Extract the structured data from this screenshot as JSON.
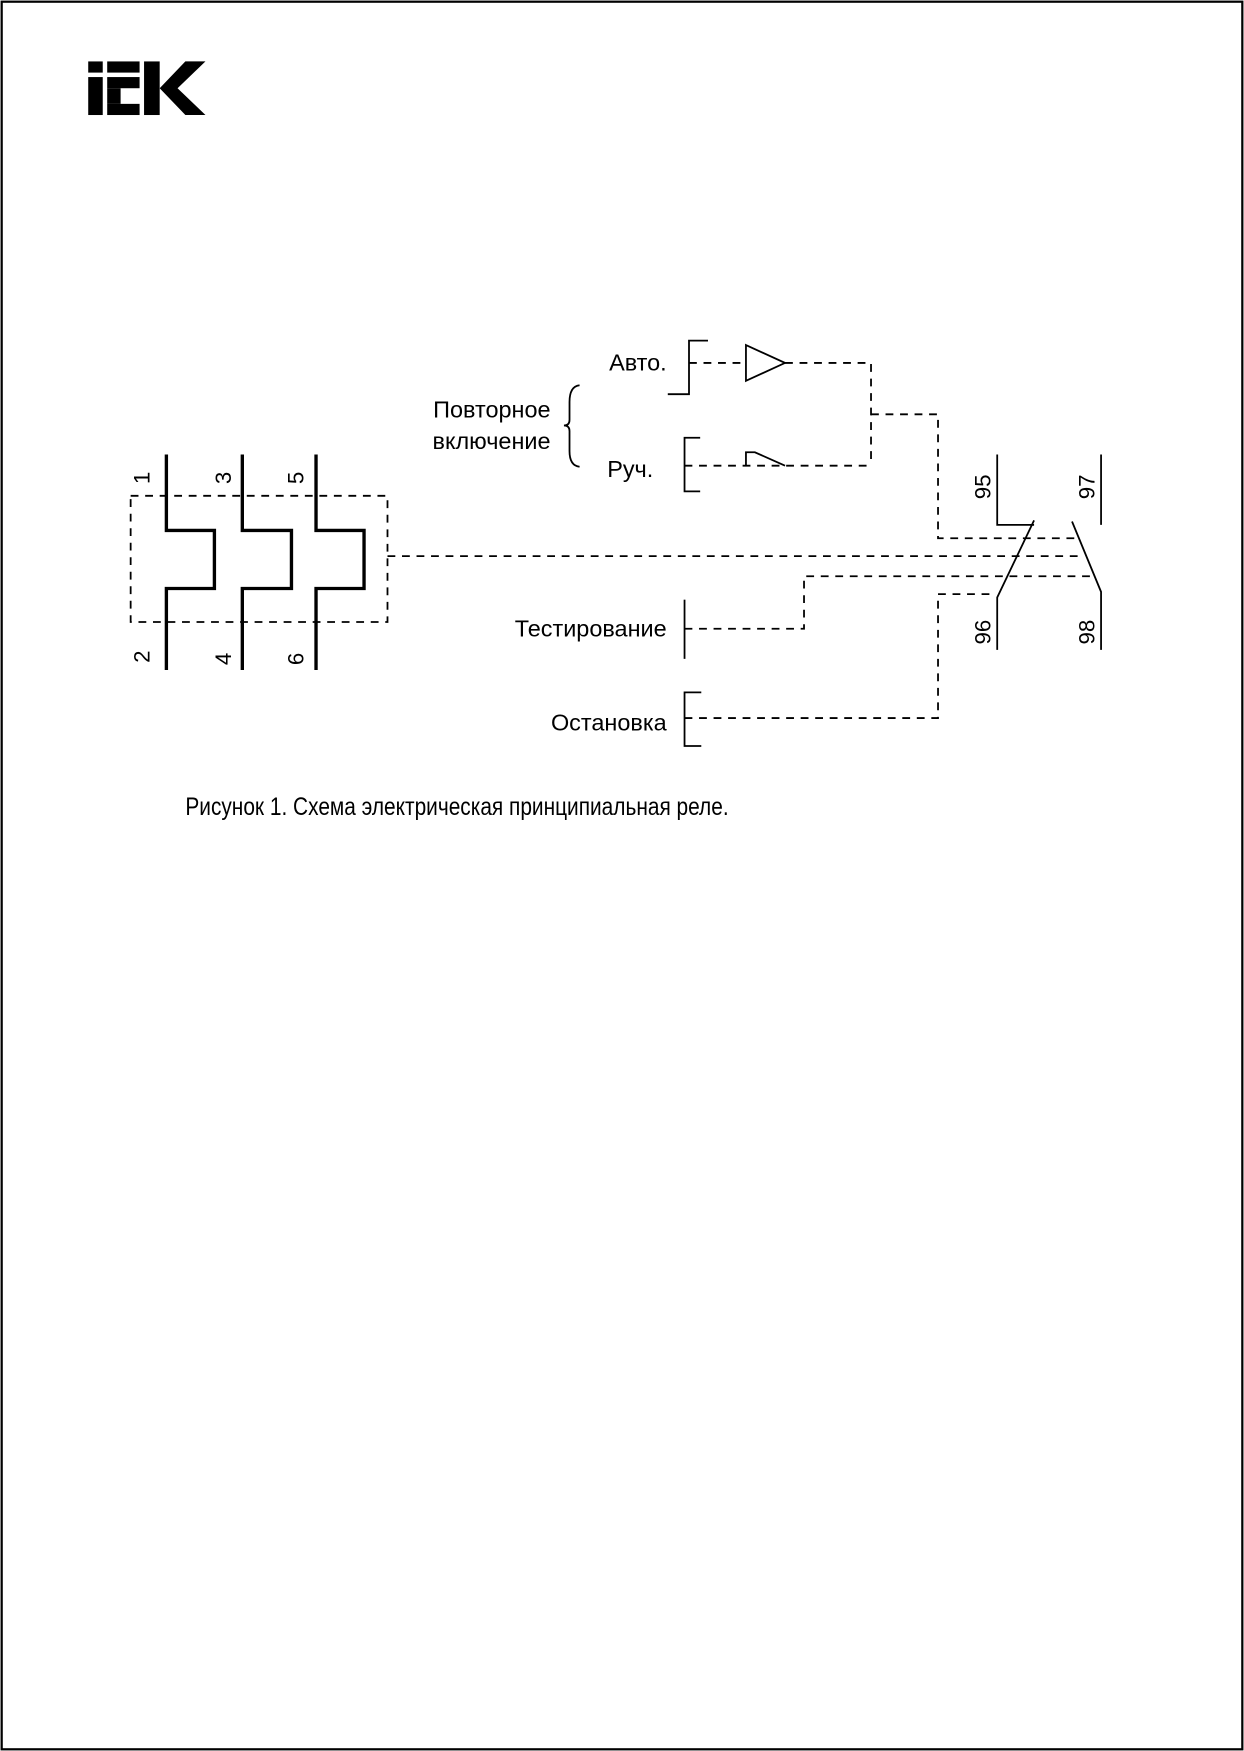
{
  "logo": {
    "text": "IEK"
  },
  "diagram": {
    "terminals_top": [
      "1",
      "3",
      "5"
    ],
    "terminals_bottom": [
      "2",
      "4",
      "6"
    ],
    "reset_group_label_1": "Повторное",
    "reset_group_label_2": "включение",
    "auto_label": "Авто.",
    "manual_label": "Руч.",
    "test_label": "Тестирование",
    "stop_label": "Остановка",
    "contact_95": "95",
    "contact_96": "96",
    "contact_97": "97",
    "contact_98": "98"
  },
  "caption": "Рисунок 1. Схема электрическая принципиальная реле."
}
